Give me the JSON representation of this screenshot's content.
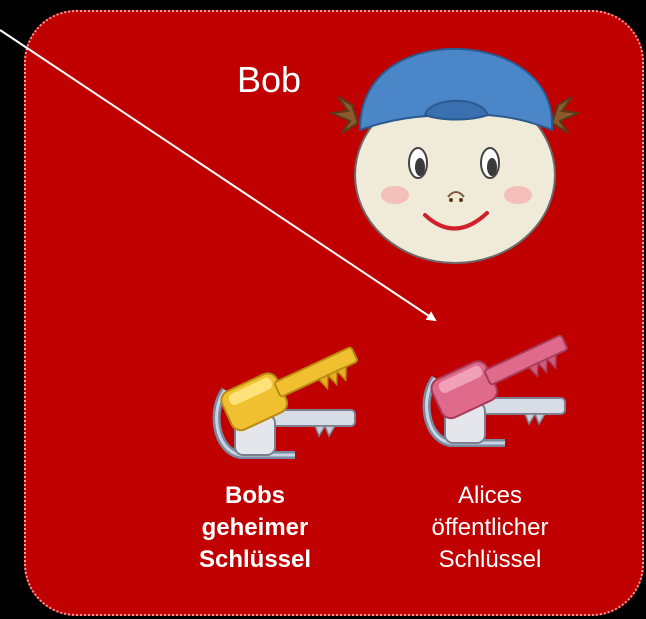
{
  "person": {
    "name": "Bob",
    "face_icon": "boy-face-with-blue-cap-icon"
  },
  "keys": {
    "private": {
      "icon": "yellow-key-icon",
      "color": "#f0c030",
      "caption_lines": [
        "Bobs",
        "geheimer",
        "Schlüssel"
      ]
    },
    "public": {
      "icon": "pink-key-icon",
      "color": "#e06a8c",
      "caption_lines": [
        "Alices",
        "öffentlicher",
        "Schlüssel"
      ]
    }
  },
  "colors": {
    "background": "#000000",
    "panel": "#c00000",
    "text": "#ffffff",
    "arrow": "#ffffff"
  }
}
